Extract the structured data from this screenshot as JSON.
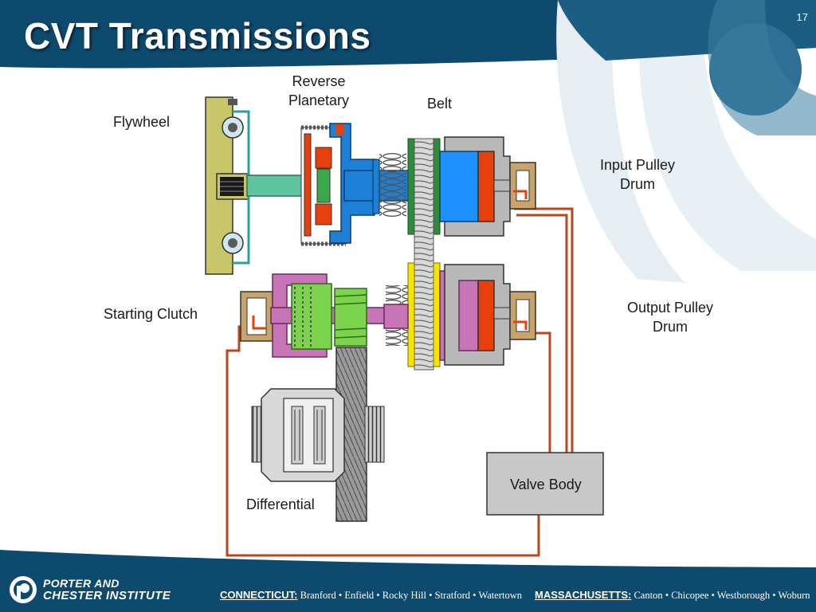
{
  "slide": {
    "title": "CVT Transmissions",
    "number": "17"
  },
  "labels": {
    "reverse_planetary": [
      "Reverse",
      "Planetary"
    ],
    "belt": "Belt",
    "flywheel": "Flywheel",
    "input_pulley_drum": [
      "Input Pulley",
      "Drum"
    ],
    "output_pulley_drum": [
      "Output Pulley",
      "Drum"
    ],
    "starting_clutch": "Starting Clutch",
    "valve_body": "Valve Body",
    "differential": "Differential"
  },
  "footer": {
    "brand_line1": "PORTER AND",
    "brand_line2": "CHESTER INSTITUTE",
    "connecticut": {
      "state": "CONNECTICUT:",
      "cities": "Branford • Enfield • Rocky Hill • Stratford • Watertown"
    },
    "massachusetts": {
      "state": "MASSACHUSETTS:",
      "cities": "Canton • Chicopee • Westborough • Woburn"
    }
  },
  "colors": {
    "banner": "#0e4a6e",
    "banner_light": "#2f6f95",
    "hydraulic_line": "#b8471c",
    "flywheel": "#c9c56a",
    "shaft": "#5fc4a0",
    "planetary_blue": "#1e7fd6",
    "pulley_blue": "#1e90ff",
    "piston_red": "#e8400c",
    "belt_green": "#2e8b3a",
    "belt_yellow": "#f4e400",
    "clutch_pink": "#c875b7",
    "gear_green": "#7cd44c",
    "housing_gray": "#b8b8b8",
    "seal_tan": "#c8a46a",
    "valve_body": "#c8c8c8"
  }
}
